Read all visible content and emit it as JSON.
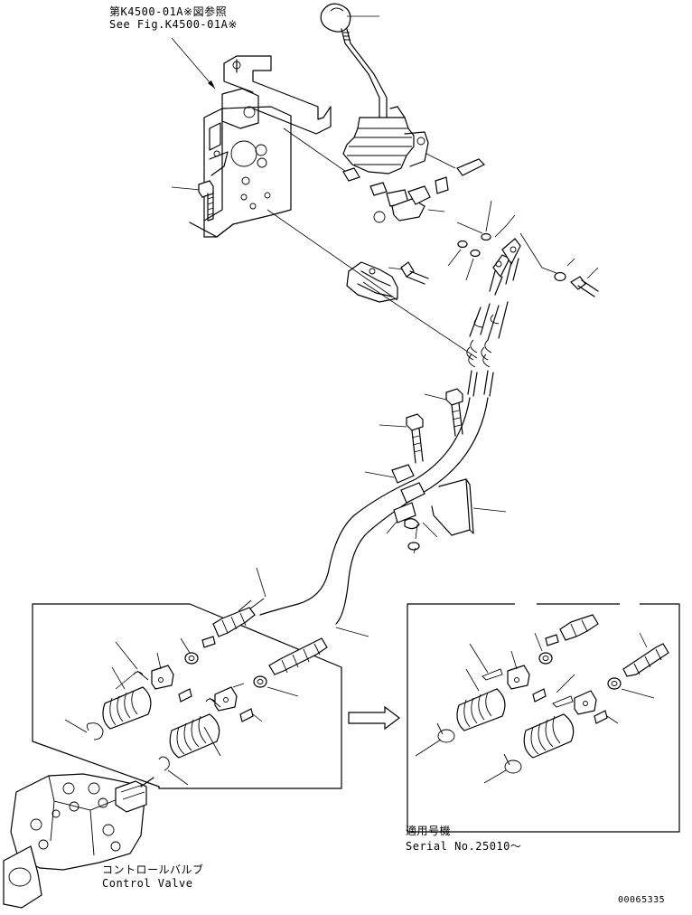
{
  "labels": {
    "ref_jp": "第K4500-01A※図参照",
    "ref_en": "See Fig.K4500-01A※",
    "serial_jp": "適用号機",
    "serial_en": "Serial No.25010～",
    "valve_jp": "コントロールバルブ",
    "valve_en": "Control Valve",
    "drawing_no": "00065335"
  }
}
